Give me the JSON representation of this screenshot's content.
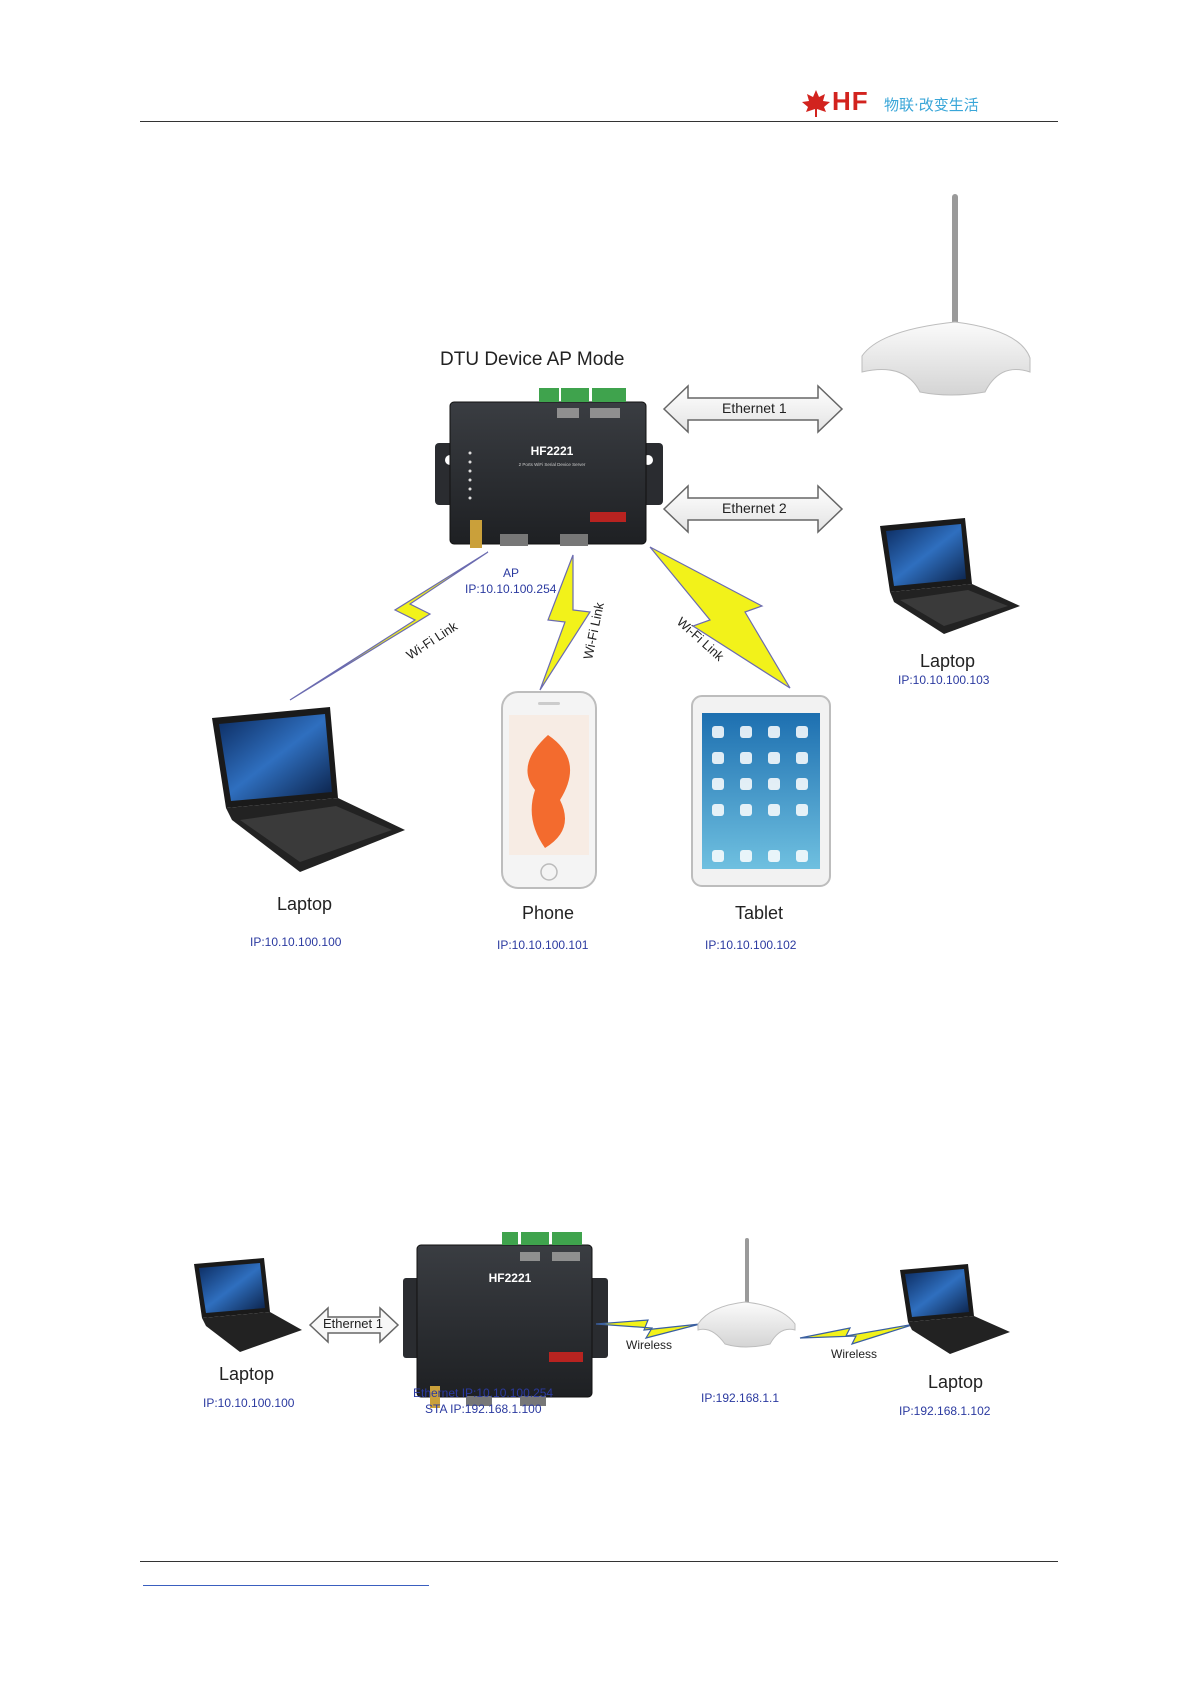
{
  "header": {
    "logo_text": "HF",
    "tagline": "物联·改变生活"
  },
  "diagram1": {
    "title": "DTU Device AP Mode",
    "device_name": "HF2221",
    "device_subtitle": "2 Ports WiFi Serial Device Server",
    "link_ethernet1": "Ethernet 1",
    "link_ethernet2": "Ethernet 2",
    "ap_label": "AP",
    "ap_ip": "IP:10.10.100.254",
    "wifi_link": "Wi-Fi Link",
    "laptop_left": {
      "label": "Laptop",
      "ip": "IP:10.10.100.100"
    },
    "phone": {
      "label": "Phone",
      "ip": "IP:10.10.100.101"
    },
    "tablet": {
      "label": "Tablet",
      "ip": "IP:10.10.100.102"
    },
    "laptop_right": {
      "label": "Laptop",
      "ip": "IP:10.10.100.103"
    }
  },
  "diagram2": {
    "device_name": "HF2221",
    "link_ethernet1": "Ethernet 1",
    "wireless1": "Wireless",
    "wireless2": "Wireless",
    "laptop_left": {
      "label": "Laptop",
      "ip": "IP:10.10.100.100"
    },
    "device_ip_ethernet": "Ethernet IP:10.10.100.254",
    "device_ip_sta": "STA IP:192.168.1.100",
    "router_ip": "IP:192.168.1.1",
    "laptop_right": {
      "label": "Laptop",
      "ip": "IP:192.168.1.102"
    }
  },
  "colors": {
    "accent_red": "#d2231e",
    "tagline_blue": "#39a6d8",
    "ip_blue": "#2b3aa0",
    "lightning": "#f2f21a"
  }
}
